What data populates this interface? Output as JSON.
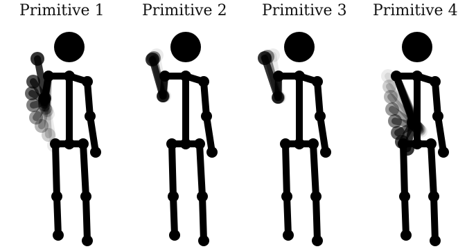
{
  "titles": [
    "Primitive 1",
    "Primitive 2",
    "Primitive 3",
    "Primitive 4"
  ],
  "colors": {
    "skeleton": "#000000"
  }
}
